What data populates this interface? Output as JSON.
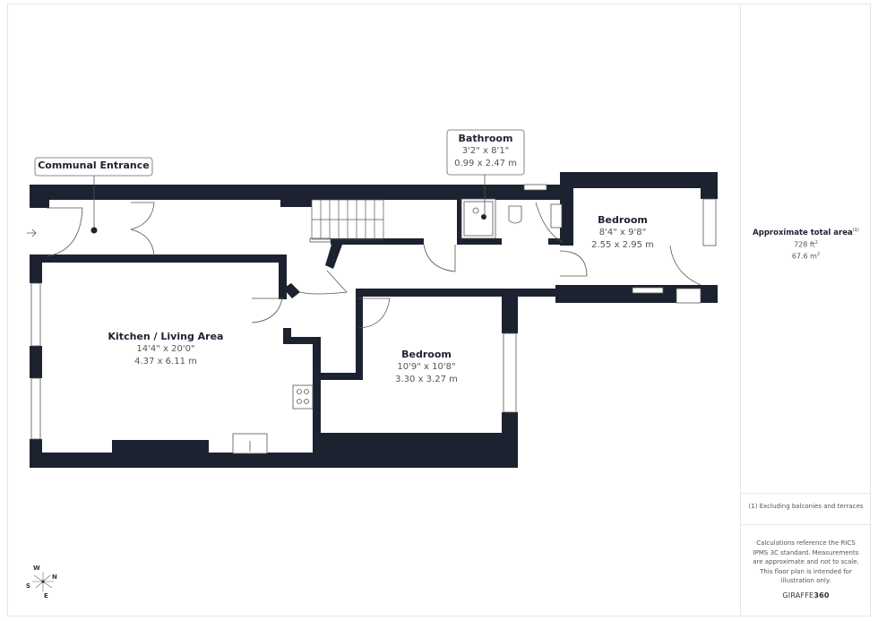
{
  "plan": {
    "callouts": [
      {
        "label": "Communal Entrance"
      },
      {
        "label": "Bathroom",
        "imperial": "3'2\" x 8'1\"",
        "metric": "0.99 x 2.47 m"
      }
    ],
    "rooms": [
      {
        "name": "Kitchen / Living Area",
        "imperial": "14'4\" x 20'0\"",
        "metric": "4.37 x 6.11 m"
      },
      {
        "name": "Bedroom",
        "imperial": "10'9\" x 10'8\"",
        "metric": "3.30 x 3.27 m"
      },
      {
        "name": "Bedroom",
        "imperial": "8'4\" x 9'8\"",
        "metric": "2.55 x 2.95 m"
      }
    ],
    "compass": {
      "n": "N",
      "e": "E",
      "s": "S",
      "w": "W"
    },
    "colors": {
      "wall": "#1c2230",
      "line": "#555555",
      "label_text": "#1c2230",
      "dim_text": "#555555"
    }
  },
  "sidebar": {
    "area_title": "Approximate total area",
    "area_footnote_mark": "(1)",
    "area_sqft": "728 ft",
    "area_sqft_unit_sup": "2",
    "area_sqm": "67.6 m",
    "area_sqm_unit_sup": "2",
    "footnote": "(1) Excluding balconies and terraces",
    "disclaimer": "Calculations reference the RICS IPMS 3C standard. Measurements are approximate and not to scale. This floor plan is intended for illustration only.",
    "brand_light": "GIRAFFE",
    "brand_bold": "360"
  }
}
